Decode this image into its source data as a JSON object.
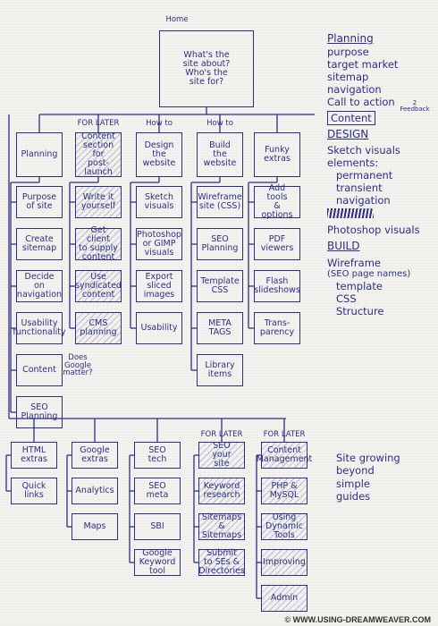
{
  "home": {
    "label": "Home",
    "text": "What's the\nsite about?\nWho's the\nsite for?"
  },
  "top_row": [
    {
      "id": "planning",
      "header": "",
      "text": "Planning",
      "hatched": false
    },
    {
      "id": "content",
      "header": "FOR LATER",
      "text": "Content\nsection\nfor\npost-launch",
      "hatched": true
    },
    {
      "id": "design",
      "header": "How to",
      "text": "Design\nthe website",
      "hatched": false
    },
    {
      "id": "build",
      "header": "How to",
      "text": "Build\nthe\nwebsite",
      "hatched": false
    },
    {
      "id": "funky",
      "header": "",
      "text": "Funky\nextras",
      "hatched": false
    }
  ],
  "planning_col": [
    {
      "text": "Purpose\nof site",
      "hatched": false
    },
    {
      "text": "Create\nsitemap",
      "hatched": false
    },
    {
      "text": "Decide\non\nnavigation",
      "hatched": false
    },
    {
      "text": "Usability\nfunctionality",
      "hatched": false
    },
    {
      "text": "Content",
      "hatched": false
    },
    {
      "text": "SEO\nPlanning",
      "hatched": false
    }
  ],
  "content_col": [
    {
      "text": "Write it\nyourself",
      "hatched": true
    },
    {
      "text": "Get client\nto supply\ncontent",
      "hatched": true
    },
    {
      "text": "Use\nsyndicated\ncontent",
      "hatched": true
    },
    {
      "text": "CMS\nplanning",
      "hatched": true
    }
  ],
  "design_col": [
    {
      "text": "Sketch\nvisuals",
      "hatched": false
    },
    {
      "text": "Photoshop\nor GIMP\nvisuals",
      "hatched": false
    },
    {
      "text": "Export sliced\nimages",
      "hatched": false
    },
    {
      "text": "Usability",
      "hatched": false
    }
  ],
  "build_col": [
    {
      "text": "Wireframe\nsite (CSS)",
      "hatched": false
    },
    {
      "text": "SEO\nPlanning",
      "hatched": false
    },
    {
      "text": "Template\nCSS",
      "hatched": false
    },
    {
      "text": "META\nTAGS",
      "hatched": false
    },
    {
      "text": "Library\nitems",
      "hatched": false
    }
  ],
  "funky_col": [
    {
      "text": "Add tools\n& options",
      "hatched": false
    },
    {
      "text": "PDF\nviewers",
      "hatched": false
    },
    {
      "text": "Flash\nslideshows",
      "hatched": false
    },
    {
      "text": "Trans-\nparency",
      "hatched": false
    }
  ],
  "seo_question": "Does\nGoogle\nmatter?",
  "bottom_cols": [
    {
      "header": "",
      "items": [
        {
          "text": "HTML\nextras",
          "hatched": false
        },
        {
          "text": "Quick\nlinks",
          "hatched": false
        }
      ]
    },
    {
      "header": "",
      "items": [
        {
          "text": "Google\nextras",
          "hatched": false
        },
        {
          "text": "Analytics",
          "hatched": false
        },
        {
          "text": "Maps",
          "hatched": false
        }
      ]
    },
    {
      "header": "",
      "items": [
        {
          "text": "SEO\ntech",
          "hatched": false
        },
        {
          "text": "SEO\nmeta",
          "hatched": false
        },
        {
          "text": "SBI",
          "hatched": false
        },
        {
          "text": "Google\nKeyword tool",
          "hatched": false
        }
      ]
    },
    {
      "header": "FOR LATER",
      "items": [
        {
          "text": "SEO\nyour\nsite",
          "hatched": true
        },
        {
          "text": "Keyword\nresearch",
          "hatched": true
        },
        {
          "text": "Sitemaps\n& Sitemaps",
          "hatched": true
        },
        {
          "text": "Submit\nto SEs &\nDirectories",
          "hatched": true
        }
      ]
    },
    {
      "header": "FOR LATER",
      "items": [
        {
          "text": "Content\nManagement",
          "hatched": true
        },
        {
          "text": "PHP &\nMySQL",
          "hatched": true
        },
        {
          "text": "Using\nDynamic\nTools",
          "hatched": true
        },
        {
          "text": "Improving",
          "hatched": true
        },
        {
          "text": "Admin",
          "hatched": true
        }
      ]
    }
  ],
  "notes": {
    "planning_title": "Planning",
    "planning_items": [
      "purpose",
      "target market",
      "sitemap",
      "navigation",
      "Call to action",
      "Content"
    ],
    "side_note": "2 Feedback",
    "design_title": "DESIGN",
    "design_items": [
      "Sketch visuals",
      "elements:",
      "permanent",
      "transient",
      "navigation"
    ],
    "photoshop": "Photoshop visuals",
    "build_title": "BUILD",
    "build_items": [
      "Wireframe",
      "(SEO page names)",
      "template",
      "CSS",
      "Structure"
    ]
  },
  "site_growing": "Site growing\nbeyond\nsimple\nguides",
  "footer": "© WWW.USING-DREAMWEAVER.COM",
  "colors": {
    "ink": "#2c2f86",
    "paper": "#f4f3ef"
  }
}
